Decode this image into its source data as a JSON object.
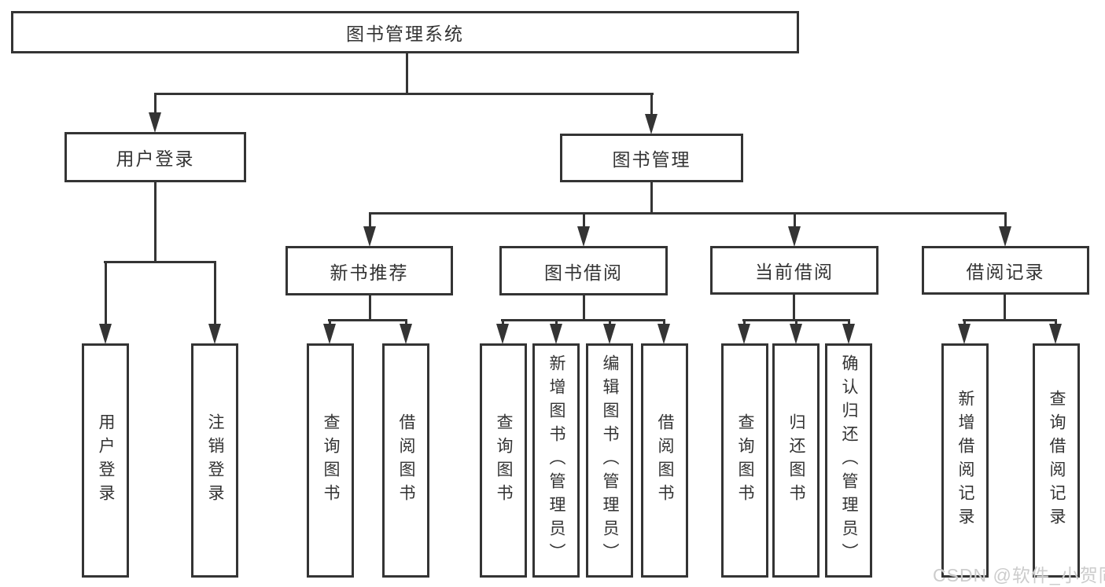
{
  "diagram": {
    "root": {
      "label": "图书管理系统"
    },
    "level1": [
      {
        "label": "用户登录"
      },
      {
        "label": "图书管理"
      }
    ],
    "level2": [
      {
        "label": "新书推荐"
      },
      {
        "label": "图书借阅"
      },
      {
        "label": "当前借阅"
      },
      {
        "label": "借阅记录"
      }
    ],
    "leaves": {
      "user_login": [
        "用户登录",
        "注销登录"
      ],
      "new_book_recommend": [
        "查询图书",
        "借阅图书"
      ],
      "book_borrow": [
        "查询图书",
        "新增图书（管理员）",
        "编辑图书（管理员）",
        "借阅图书"
      ],
      "current_borrow": [
        "查询图书",
        "归还图书",
        "确认归还（管理员）"
      ],
      "borrow_records": [
        "新增借阅记录",
        "查询借阅记录"
      ]
    }
  },
  "watermark": {
    "text": "CSDN @软件_小贺同学"
  },
  "colors": {
    "line": "#343434",
    "text": "#333333",
    "watermark": "#cccccc",
    "background": "#ffffff"
  }
}
